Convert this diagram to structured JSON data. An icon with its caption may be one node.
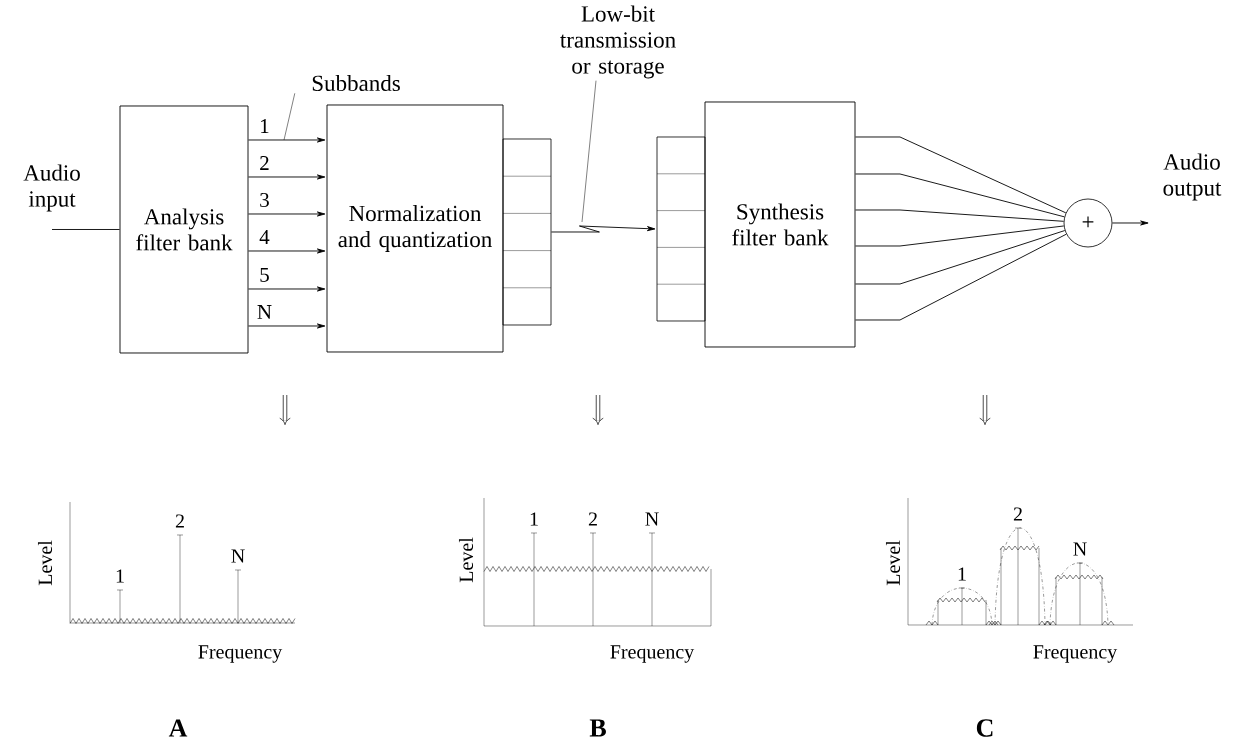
{
  "diagram": {
    "nodes": [
      {
        "text": [
          "Audio input"
        ]
      },
      {
        "text": [
          "Analysis filter bank"
        ]
      },
      {
        "text": [
          "Subbands"
        ]
      },
      {
        "text": [
          "Normalization and quantization"
        ]
      },
      {
        "text": [],
        "shape": "box"
      },
      {
        "text": [
          "Low-bit transmission or storage"
        ]
      },
      {
        "text": [],
        "shape": "box"
      },
      {
        "text": [
          "Synthesis filter bank"
        ]
      },
      {
        "text": [
          "+"
        ]
      },
      {
        "text": [
          "Audio output"
        ]
      },
      {
        "text": [
          "Level",
          "1",
          "2",
          "N",
          "Frequency"
        ],
        "beside": [
          "A"
        ]
      },
      {
        "text": [
          "Level",
          "1",
          "2",
          "N",
          "Frequency"
        ],
        "beside": [
          "B"
        ]
      },
      {
        "text": [
          "Level",
          "1",
          "2",
          "N",
          "Frequency"
        ],
        "beside": [
          "C"
        ]
      }
    ],
    "edges": [
      {
        "from": 0,
        "to": 1,
        "arrow": "none"
      },
      {
        "from": 1,
        "to": 3,
        "arrow": "to",
        "label": "1"
      },
      {
        "from": 1,
        "to": 3,
        "arrow": "to",
        "label": "2"
      },
      {
        "from": 1,
        "to": 3,
        "arrow": "to",
        "label": "3"
      },
      {
        "from": 1,
        "to": 3,
        "arrow": "to",
        "label": "4"
      },
      {
        "from": 1,
        "to": 3,
        "arrow": "to",
        "label": "5"
      },
      {
        "from": 1,
        "to": 3,
        "arrow": "to",
        "label": "N"
      },
      {
        "from": 4,
        "to": 6,
        "arrow": "to"
      },
      {
        "from": 7,
        "to": 8,
        "arrow": "none"
      },
      {
        "from": 7,
        "to": 8,
        "arrow": "none"
      },
      {
        "from": 7,
        "to": 8,
        "arrow": "none"
      },
      {
        "from": 7,
        "to": 8,
        "arrow": "none"
      },
      {
        "from": 7,
        "to": 8,
        "arrow": "none"
      },
      {
        "from": 7,
        "to": 8,
        "arrow": "none"
      },
      {
        "from": 8,
        "to": 9,
        "arrow": "to"
      },
      {
        "from": 2,
        "to": null,
        "arrow": "none"
      },
      {
        "from": 5,
        "to": null,
        "arrow": "none"
      }
    ]
  }
}
